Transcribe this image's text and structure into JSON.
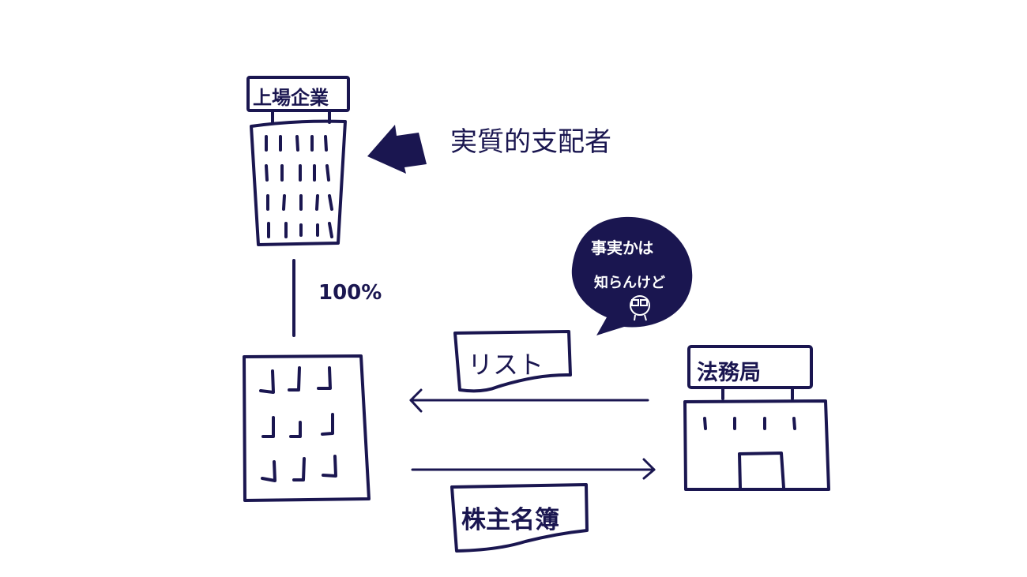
{
  "diagram": {
    "listed_company": {
      "sign": "上場企業"
    },
    "beneficial_owner_label": "実質的支配者",
    "ownership_percentage": "100%",
    "subsidiary": {
      "label": ""
    },
    "legal_affairs_bureau": {
      "sign": "法務局"
    },
    "flows": [
      {
        "from": "法務局",
        "to": "subsidiary",
        "document": "リスト"
      },
      {
        "from": "subsidiary",
        "to": "法務局",
        "document": "株主名簿"
      }
    ],
    "speech_bubble": {
      "line1": "事実かは",
      "line2": "知らんけど"
    },
    "colors": {
      "ink": "#1a1650",
      "background": "#ffffff"
    }
  }
}
